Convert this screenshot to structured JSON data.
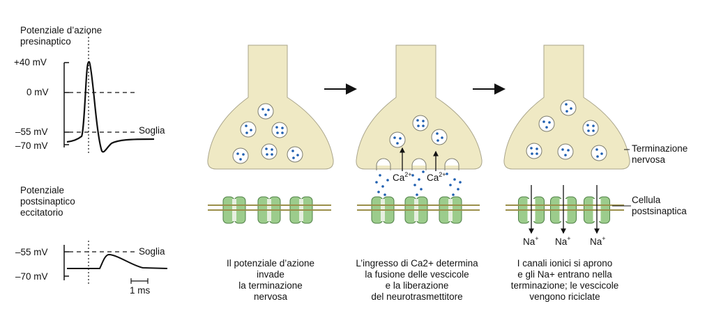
{
  "colors": {
    "terminal_fill": "#efe9c4",
    "terminal_stroke": "#9a9a80",
    "vesicle_dot": "#1f5fb0",
    "channel_fill": "#9ccc8c",
    "channel_stroke": "#4e7f45",
    "membrane": "#9b8f4a"
  },
  "graph_top": {
    "title_line1": "Potenziale d’azione",
    "title_line2": "presinaptico",
    "label_plus40": "+40 mV",
    "label_0": "0 mV",
    "label_m55": "–55 mV",
    "label_m70": "–70 mV",
    "threshold": "Soglia"
  },
  "graph_bottom": {
    "title_line1": "Potenziale",
    "title_line2": "postsinaptico",
    "title_line3": "eccitatorio",
    "label_m55": "–55 mV",
    "label_m70": "–70 mV",
    "threshold": "Soglia",
    "scale": "1 ms"
  },
  "labels": {
    "ca_left": "Ca",
    "ca_right": "Ca",
    "ca_sup": "2+",
    "na": "Na",
    "na_sup": "+",
    "terminal_line1": "Terminazione",
    "terminal_line2": "nervosa",
    "post_line1": "Cellula",
    "post_line2": "postsinaptica"
  },
  "captions": {
    "step1": [
      "Il potenziale d’azione",
      "invade",
      "la terminazione",
      "nervosa"
    ],
    "step2": [
      "L’ingresso di Ca2+ determina",
      "la fusione delle vescicole",
      "e la liberazione",
      "del neurotrasmettitore"
    ],
    "step3": [
      "I canali ionici si aprono",
      "e gli Na+ entrano nella",
      "terminazione; le vescicole",
      "vengono riciclate"
    ]
  }
}
